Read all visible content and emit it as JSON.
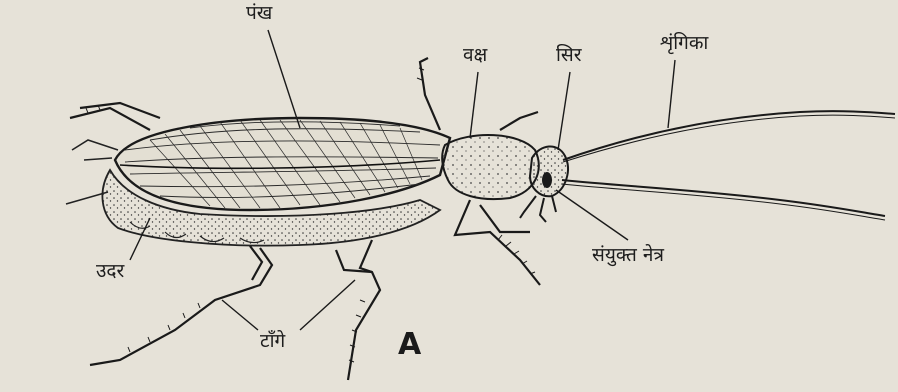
{
  "diagram": {
    "panel_label": "A",
    "labels": {
      "wing": "पंख",
      "thorax": "वक्ष",
      "head": "सिर",
      "antenna": "शृंगिका",
      "compound_eye": "संयुक्त नेत्र",
      "abdomen": "उदर",
      "legs": "टाँगे"
    }
  }
}
